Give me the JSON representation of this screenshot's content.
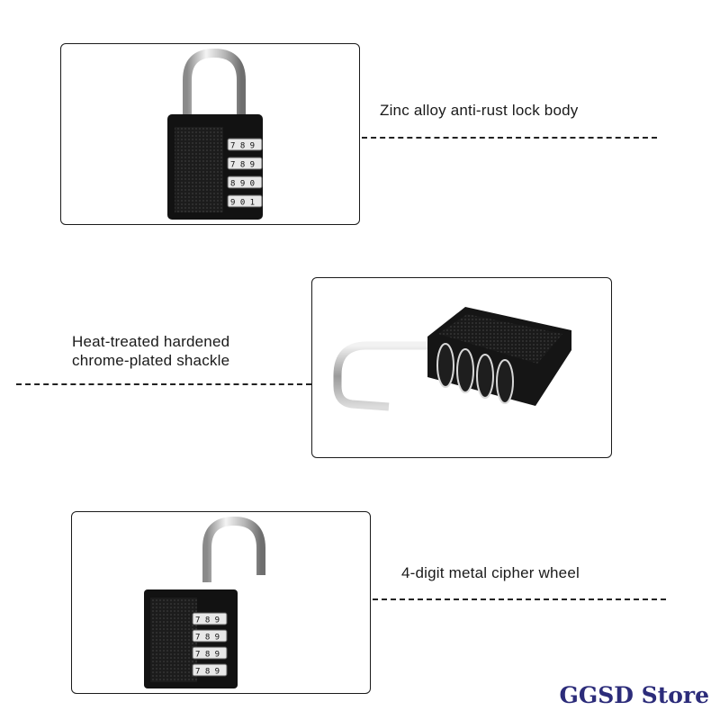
{
  "features": [
    {
      "label": "Zinc alloy anti-rust lock body",
      "image": "closed-padlock-front"
    },
    {
      "label_lines": [
        "Heat-treated hardened",
        "chrome-plated shackle"
      ],
      "image": "open-padlock-angled"
    },
    {
      "label": "4-digit metal cipher wheel",
      "image": "open-padlock-front"
    }
  ],
  "dial_digits": {
    "panel_1": [
      "7 8 9",
      "7 8 9",
      "8 9 0",
      "9 0 1"
    ],
    "panel_3": [
      "7 8 9",
      "7 8 9",
      "7 8 9",
      "7 8 9"
    ]
  },
  "store": {
    "name": "GGSD Store"
  },
  "colors": {
    "lock_body": "#111111",
    "shackle": "#c8c8c8",
    "brand": "#2c2c7a"
  }
}
